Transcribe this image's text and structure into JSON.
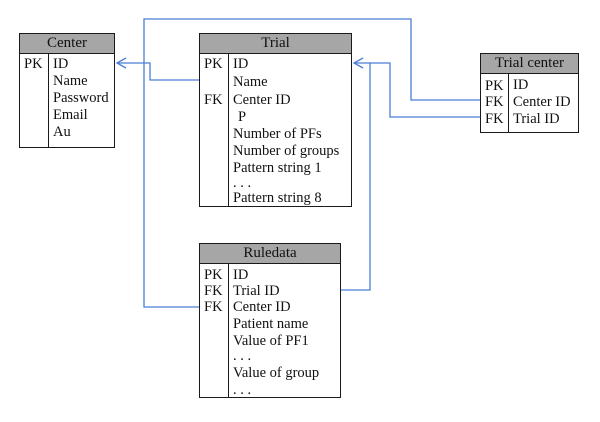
{
  "colors": {
    "connector": "#4a7fd6",
    "header_fill": "#a6a6a6",
    "border": "#1a1a1a"
  },
  "entities": {
    "center": {
      "title": "Center",
      "keys": [
        "PK"
      ],
      "attributes": [
        "ID",
        "Name",
        "Password",
        "Email",
        "Au"
      ]
    },
    "trial": {
      "title": "Trial",
      "keys": [
        "PK",
        "FK"
      ],
      "attributes": [
        "ID",
        "Name",
        "Center ID",
        "P",
        "Number of PFs",
        "Number of groups",
        "Pattern string 1",
        ". . .",
        "Pattern string 8"
      ]
    },
    "trial_center": {
      "title": "Trial center",
      "keys": [
        "PK",
        "FK",
        "FK"
      ],
      "attributes": [
        "ID",
        "Center ID",
        "Trial ID"
      ]
    },
    "ruledata": {
      "title": "Ruledata",
      "keys": [
        "PK",
        "FK",
        "FK"
      ],
      "attributes": [
        "ID",
        "Trial ID",
        "Center ID",
        "Patient name",
        "Value of PF1",
        ". . .",
        "Value of group",
        ". . ."
      ]
    }
  }
}
